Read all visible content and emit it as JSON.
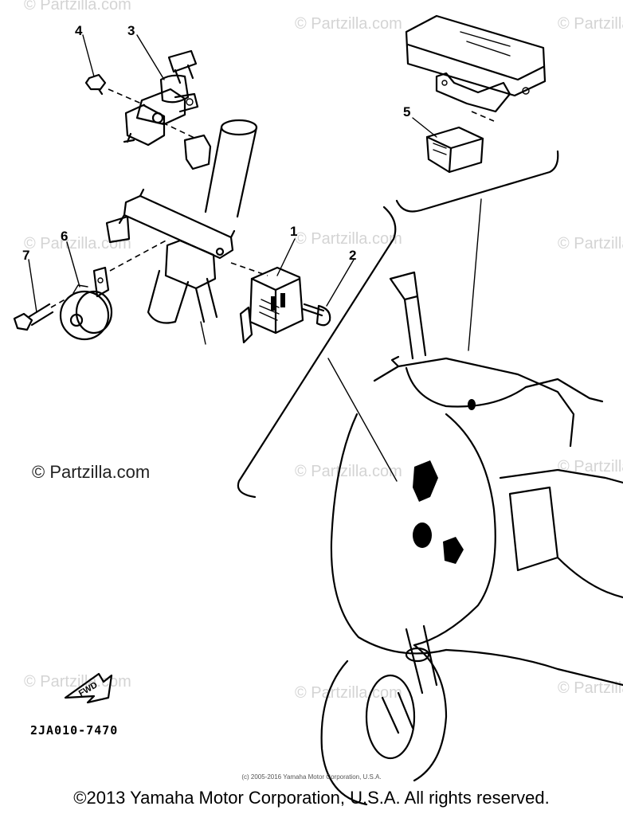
{
  "watermarks": {
    "text": "© Partzilla.com",
    "large_text": "© Partzilla.com"
  },
  "callouts": [
    "1",
    "2",
    "3",
    "4",
    "5",
    "6",
    "7"
  ],
  "fwd_label": "FWD",
  "diagram_code": "2JA010-7470",
  "copyright_small": "(c) 2005-2016 Yamaha Motor Corporation, U.S.A.",
  "copyright_main": "©2013 Yamaha Motor Corporation, U.S.A. All rights reserved."
}
